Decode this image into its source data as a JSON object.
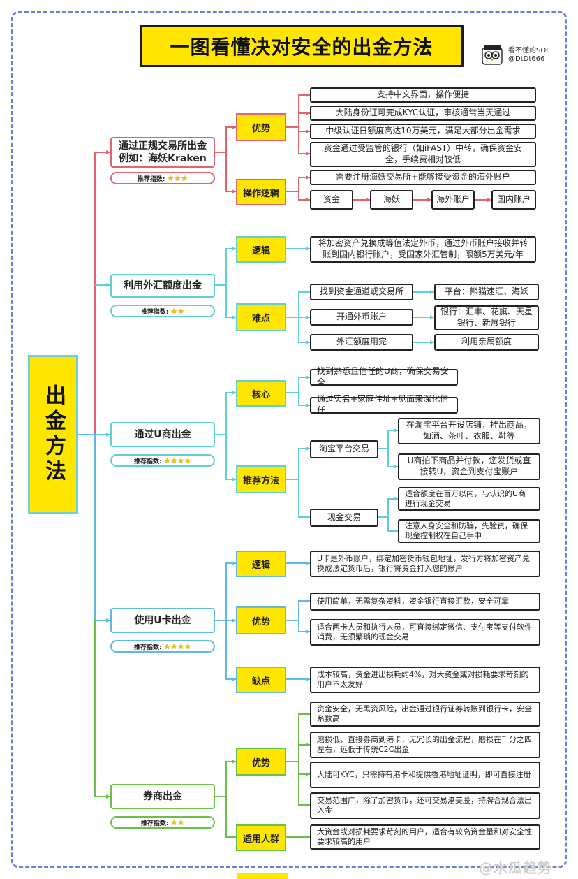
{
  "title": "一图看懂决对安全的出金方法",
  "author": {
    "name": "看不懂的SOL",
    "handle": "@DtDt666"
  },
  "root": "出金方法",
  "rating_label": "推荐指数:",
  "watermark": "@水瓜趋势",
  "branches": [
    {
      "label_line1": "通过正规交易所出金",
      "label_line2": "例如：海妖Kraken",
      "stars": 3,
      "items": [
        {
          "tag": "优势",
          "notes": [
            "支持中文界面，操作便捷",
            "大陆身份证可完成KYC认证，审核通常当天通过",
            "中级认证日额度高达10万美元，满足大部分出金需求",
            "资金通过受监管的银行（如iFAST）中转，确保资金安全，手续费相对较低"
          ]
        },
        {
          "tag": "操作逻辑",
          "notes": [
            "需要注册海妖交易所+能够接受资金的海外账户"
          ],
          "flow": [
            "资金",
            "海妖",
            "海外账户",
            "国内账户"
          ]
        }
      ]
    },
    {
      "label_line1": "利用外汇额度出金",
      "stars": 2,
      "items": [
        {
          "tag": "逻辑",
          "notes": [
            "将加密资产兑换成等值法定外币，通过外币账户接收并转账到国内银行账户，受国家外汇管制，限额5万美元/年"
          ]
        },
        {
          "tag": "难点",
          "pairs": [
            {
              "a": "找到资金通道或交易所",
              "b": "平台：熊猫速汇、海妖"
            },
            {
              "a": "开通外币账户",
              "b": "银行：汇丰、花旗、天星银行、新展银行"
            },
            {
              "a": "外汇额度用完",
              "b": "利用亲属额度"
            }
          ]
        }
      ]
    },
    {
      "label_line1": "通过U商出金",
      "stars": 4,
      "items": [
        {
          "tag": "核心",
          "notes": [
            "找到熟悉且信任的U商，确保交易安全",
            "通过实名+家庭住址+见面来深化信任"
          ]
        },
        {
          "tag": "推荐方法",
          "groups": [
            {
              "name": "淘宝平台交易",
              "notes": [
                "在淘宝平台开设店铺，挂出商品，如酒、茶叶、衣服、鞋等",
                "U商拍下商品并付款，您发货或直接转U，资金到支付宝账户"
              ]
            },
            {
              "name": "现金交易",
              "notes": [
                "适合额度在百万以内，与认识的U商进行现金交易",
                "注意人身安全和防骗，先验资，确保现金控制权在自己手中"
              ]
            }
          ]
        }
      ]
    },
    {
      "label_line1": "使用U卡出金",
      "stars": 4,
      "items": [
        {
          "tag": "逻辑",
          "notes": [
            "U卡是外币账户，绑定加密货币钱包地址，发行方将加密资产兑换成法定货币后，银行将资金打入您的账户"
          ]
        },
        {
          "tag": "优势",
          "notes": [
            "使用简单，无需复杂资料，资金银行直接汇款，安全可靠",
            "适合两卡人员和执行人员，可直接绑定微信、支付宝等支付软件消费，无须繁琐的现金交易"
          ]
        },
        {
          "tag": "缺点",
          "notes": [
            "成本较高，资金进出损耗约4%，对大资金或对损耗要求苛刻的用户不太友好"
          ]
        }
      ]
    },
    {
      "label_line1": "券商出金",
      "stars": 2,
      "items": [
        {
          "tag": "优势",
          "notes": [
            "资金安全，无黑资风险，出金通过银行证券转账到银行卡，安全系数高",
            "磨损低，直接券商到港卡，无冗长的出金流程，磨损在千分之四左右，远低于传统C2C出金",
            "大陆可KYC，只需持有港卡和提供香港地址证明，即可直接注册",
            "交易范围广，除了加密货币，还可交易港美股，持牌合规合法出入金"
          ]
        },
        {
          "tag": "适用人群",
          "notes": [
            "大资金或对损耗要求苛刻的用户，适合有较高资金量和对安全性要求较高的用户"
          ]
        }
      ]
    }
  ]
}
